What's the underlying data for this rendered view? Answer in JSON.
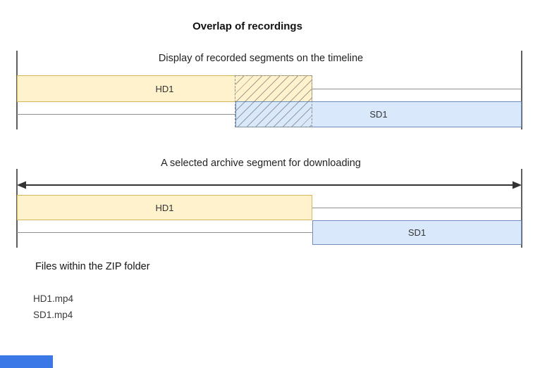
{
  "title": "Overlap of recordings",
  "timeline_section": {
    "caption": "Display of recorded segments on the timeline",
    "hd_bar_label": "HD1",
    "sd_bar_label": "SD1"
  },
  "download_section": {
    "caption": "A selected archive segment for downloading",
    "hd_bar_label": "HD1",
    "sd_bar_label": "SD1"
  },
  "zip_files": {
    "heading": "Files within the ZIP folder",
    "items": [
      "HD1.mp4",
      "SD1.mp4"
    ]
  },
  "colors": {
    "hd_fill": "#FFF2CC",
    "hd_border": "#D6B656",
    "sd_fill": "#DAE8FC",
    "sd_border": "#6C8EBF",
    "track_line": "#8F8F8F",
    "boundary_line": "#5F5F5F",
    "arrow": "#333333",
    "hatch_line": "#5A5A5A",
    "corner_accent": "#3B78E7"
  }
}
